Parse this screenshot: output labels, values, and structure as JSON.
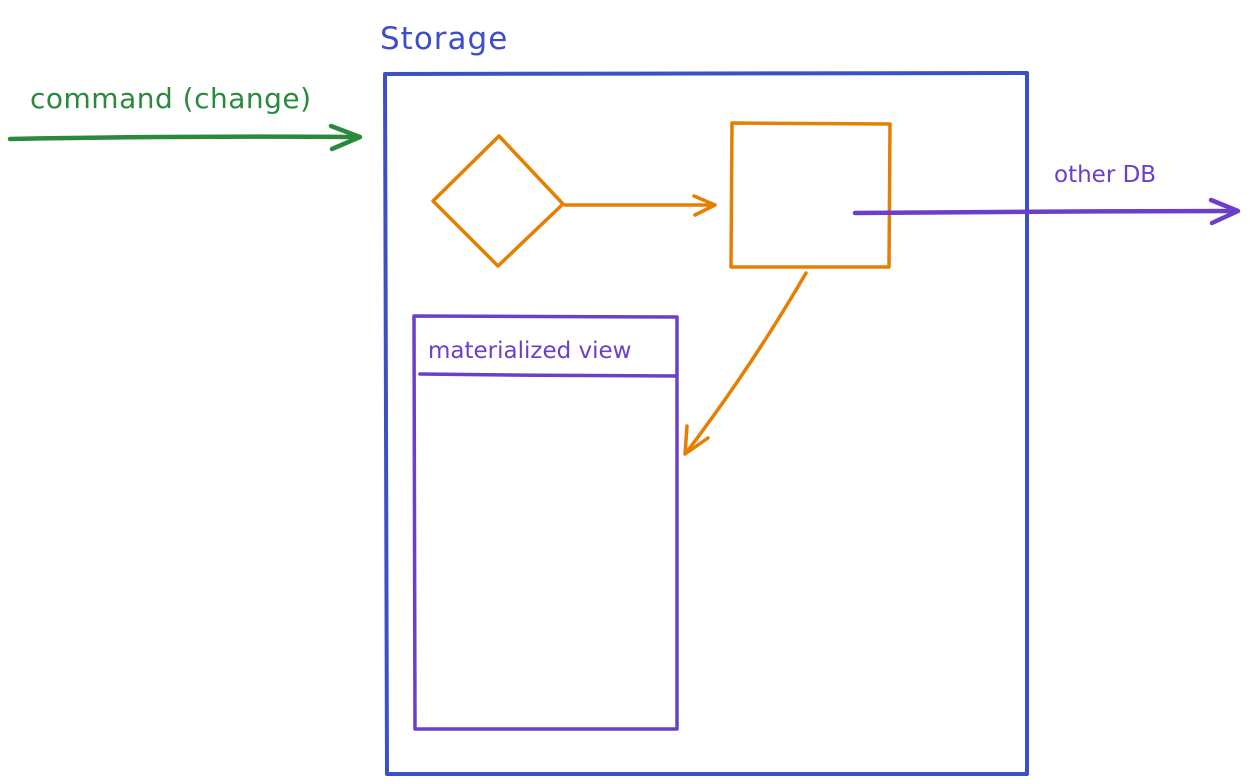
{
  "labels": {
    "storage": "Storage",
    "command": "command (change)",
    "other_db": "other DB",
    "materialized_view": "materialized view"
  },
  "colors": {
    "storage": "#3c4fc6",
    "command": "#2a8a3c",
    "processing": "#e67e00",
    "view": "#6b3fc9",
    "other_db": "#6b3fc9",
    "background": "#ffffff"
  }
}
